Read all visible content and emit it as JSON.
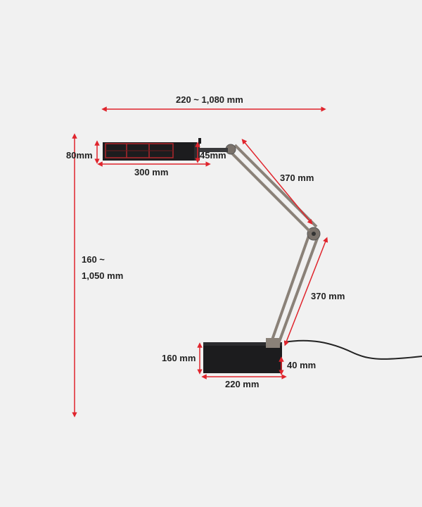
{
  "dimensions": {
    "reach_width": "220 ~ 1,080 mm",
    "head_height": "80mm",
    "head_length": "300 mm",
    "head_neck": "45mm",
    "upper_arm": "370 mm",
    "height_range_line1": "160 ~",
    "height_range_line2": "1,050 mm",
    "lower_arm": "370 mm",
    "base_depth": "160 mm",
    "base_height": "40 mm",
    "base_width": "220 mm"
  },
  "colors": {
    "background": "#f1f1f1",
    "dimension_line": "#e0242c",
    "label_text": "#222222",
    "lamp_body": "#1c1c1e",
    "arm_metal": "#8a8178"
  }
}
